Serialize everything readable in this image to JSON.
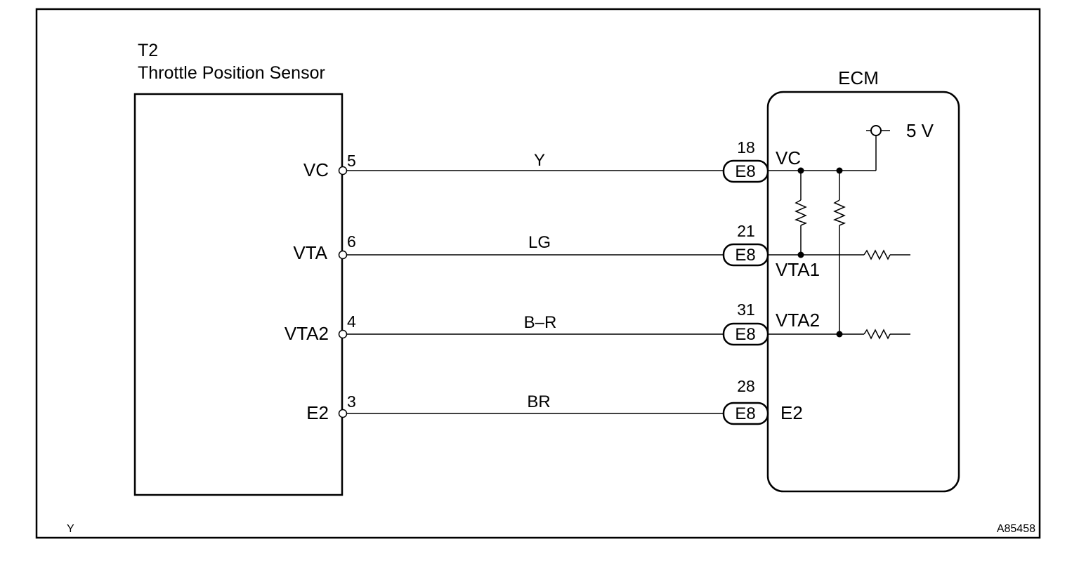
{
  "footer": {
    "left_code": "Y",
    "figure_id": "A85458"
  },
  "sensor": {
    "code": "T2",
    "name": "Throttle Position Sensor"
  },
  "ecm": {
    "name": "ECM",
    "supply": "5 V"
  },
  "circuits": [
    {
      "sensor_terminal": "VC",
      "sensor_pin": "5",
      "wire_color": "Y",
      "connector": "E8",
      "ecm_pin": "18",
      "ecm_terminal": "VC"
    },
    {
      "sensor_terminal": "VTA",
      "sensor_pin": "6",
      "wire_color": "LG",
      "connector": "E8",
      "ecm_pin": "21",
      "ecm_terminal": "VTA1"
    },
    {
      "sensor_terminal": "VTA2",
      "sensor_pin": "4",
      "wire_color": "B–R",
      "connector": "E8",
      "ecm_pin": "31",
      "ecm_terminal": "VTA2"
    },
    {
      "sensor_terminal": "E2",
      "sensor_pin": "3",
      "wire_color": "BR",
      "connector": "E8",
      "ecm_pin": "28",
      "ecm_terminal": "E2"
    }
  ],
  "colors": {
    "line": "#000000",
    "background": "#ffffff"
  }
}
